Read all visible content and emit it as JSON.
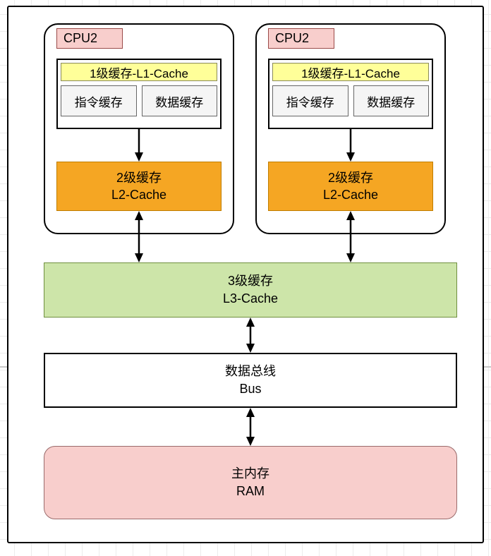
{
  "diagram": {
    "title": "CPU cache hierarchy diagram",
    "cpus": [
      {
        "label": "CPU2",
        "l1": {
          "title": "1级缓存-L1-Cache",
          "instruction_cache": "指令缓存",
          "data_cache": "数据缓存"
        },
        "l2": {
          "line1": "2级缓存",
          "line2": "L2-Cache"
        }
      },
      {
        "label": "CPU2",
        "l1": {
          "title": "1级缓存-L1-Cache",
          "instruction_cache": "指令缓存",
          "data_cache": "数据缓存"
        },
        "l2": {
          "line1": "2级缓存",
          "line2": "L2-Cache"
        }
      }
    ],
    "l3": {
      "line1": "3级缓存",
      "line2": "L3-Cache"
    },
    "bus": {
      "line1": "数据总线",
      "line2": "Bus"
    },
    "ram": {
      "line1": "主内存",
      "line2": "RAM"
    },
    "colors": {
      "l1_header_fill": "#FFFF99",
      "cache_sub_fill": "#F5F5F5",
      "l2_fill": "#F5A623",
      "l3_fill": "#CDE5A9",
      "bus_fill": "#FFFFFF",
      "ram_fill": "#F8CECC",
      "cpu_label_fill": "#F8CECC",
      "outline": "#000000"
    }
  }
}
